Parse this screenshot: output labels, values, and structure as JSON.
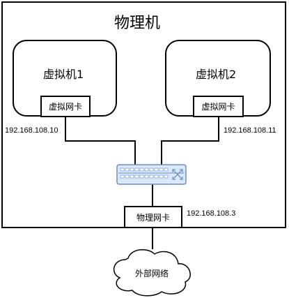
{
  "physical_machine": {
    "title": "物理机",
    "nic_label": "物理网卡",
    "ip": "192.168.108.3"
  },
  "vm1": {
    "title": "虚拟机1",
    "nic_label": "虚拟网卡",
    "ip": "192.168.108.10"
  },
  "vm2": {
    "title": "虚拟机2",
    "nic_label": "虚拟网卡",
    "ip": "192.168.108.11"
  },
  "external_network": {
    "label": "外部网络"
  },
  "icons": {
    "switch": "network-switch-icon",
    "cloud": "cloud-icon"
  },
  "colors": {
    "stroke": "#000000",
    "switch_body": "#dae8fc",
    "switch_edge": "#6c8ebf"
  }
}
